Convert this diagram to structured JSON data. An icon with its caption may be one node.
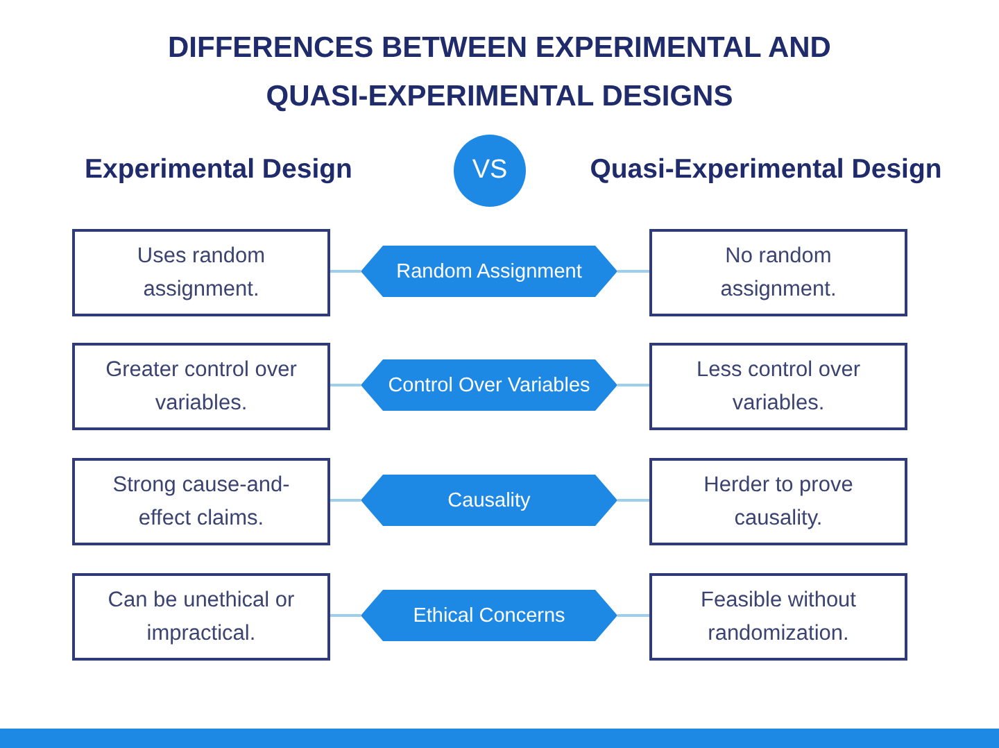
{
  "diagram": {
    "title": "DIFFERENCES BETWEEN EXPERIMENTAL AND QUASI-EXPERIMENTAL DESIGNS",
    "nodes": [
      {
        "text": [
          "VS"
        ]
      },
      {
        "text": [
          "Uses random assignment."
        ]
      },
      {
        "text": [
          "Random Assignment"
        ]
      },
      {
        "text": [
          "No random assignment."
        ]
      },
      {
        "text": [
          "Greater control over variables."
        ]
      },
      {
        "text": [
          "Control Over Variables"
        ]
      },
      {
        "text": [
          "Less control over variables."
        ]
      },
      {
        "text": [
          "Strong cause-and-effect claims."
        ]
      },
      {
        "text": [
          "Causality"
        ]
      },
      {
        "text": [
          "Herder to prove causality."
        ]
      },
      {
        "text": [
          "Can be unethical or impractical."
        ]
      },
      {
        "text": [
          "Ethical Concerns"
        ]
      },
      {
        "text": [
          "Feasible without randomization."
        ]
      }
    ],
    "edges": [
      {
        "from": 1,
        "to": 2,
        "arrow": "none"
      },
      {
        "from": 2,
        "to": 3,
        "arrow": "none"
      },
      {
        "from": 4,
        "to": 5,
        "arrow": "none"
      },
      {
        "from": 5,
        "to": 6,
        "arrow": "none"
      },
      {
        "from": 7,
        "to": 8,
        "arrow": "none"
      },
      {
        "from": 8,
        "to": 9,
        "arrow": "none"
      },
      {
        "from": 10,
        "to": 11,
        "arrow": "none"
      },
      {
        "from": 11,
        "to": 12,
        "arrow": "none"
      }
    ],
    "labels": [
      "Experimental Design",
      "Quasi-Experimental Design"
    ]
  }
}
